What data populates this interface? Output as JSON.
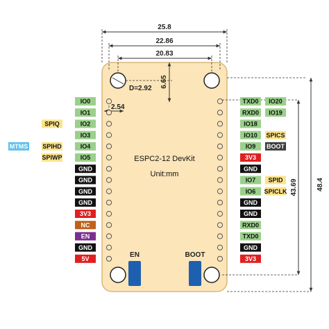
{
  "board": {
    "title": "ESPC2-12 DevKit",
    "unit": "Unit:mm",
    "fill": "#fbe5b9",
    "outline": "#d9b77a"
  },
  "dimensions": {
    "width_outer": "25.8",
    "width_mid": "22.86",
    "width_inner": "20.83",
    "hole_offset": "6.65",
    "hole_diameter": "D=2.92",
    "pin_pitch": "2.54",
    "height_pins": "43.69",
    "height_total": "48.4"
  },
  "buttons": {
    "en_label": "EN",
    "boot_label": "BOOT",
    "color": "#1f5fb0"
  },
  "colors": {
    "gpio": "#9ad08a",
    "alt": "#fbe38a",
    "alt2": "#5bc0eb",
    "gnd": "#111111",
    "power": "#e02020",
    "nc": "#c0611a",
    "en": "#7a2e8e",
    "boot": "#3a3a3a"
  },
  "left_pins": [
    {
      "label": "IO0",
      "kind": "gpio",
      "alts": []
    },
    {
      "label": "IO1",
      "kind": "gpio",
      "alts": []
    },
    {
      "label": "IO2",
      "kind": "gpio",
      "alts": [
        {
          "label": "SPIQ",
          "kind": "alt"
        }
      ]
    },
    {
      "label": "IO3",
      "kind": "gpio",
      "alts": []
    },
    {
      "label": "IO4",
      "kind": "gpio",
      "alts": [
        {
          "label": "SPIHD",
          "kind": "alt"
        },
        {
          "label": "MTMS",
          "kind": "alt2"
        }
      ]
    },
    {
      "label": "IO5",
      "kind": "gpio",
      "alts": [
        {
          "label": "SPIWP",
          "kind": "alt"
        }
      ]
    },
    {
      "label": "GND",
      "kind": "gnd",
      "alts": []
    },
    {
      "label": "GND",
      "kind": "gnd",
      "alts": []
    },
    {
      "label": "GND",
      "kind": "gnd",
      "alts": []
    },
    {
      "label": "GND",
      "kind": "gnd",
      "alts": []
    },
    {
      "label": "3V3",
      "kind": "power",
      "alts": []
    },
    {
      "label": "NC",
      "kind": "nc",
      "alts": []
    },
    {
      "label": "EN",
      "kind": "en",
      "alts": []
    },
    {
      "label": "GND",
      "kind": "gnd",
      "alts": []
    },
    {
      "label": "5V",
      "kind": "power",
      "alts": []
    }
  ],
  "right_pins": [
    {
      "label": "TXD0",
      "kind": "gpio",
      "alts": [
        {
          "label": "IO20",
          "kind": "gpio"
        }
      ]
    },
    {
      "label": "RXD0",
      "kind": "gpio",
      "alts": [
        {
          "label": "IO19",
          "kind": "gpio"
        }
      ]
    },
    {
      "label": "IO18",
      "kind": "gpio",
      "alts": []
    },
    {
      "label": "IO10",
      "kind": "gpio",
      "alts": [
        {
          "label": "SPICS",
          "kind": "alt"
        }
      ]
    },
    {
      "label": "IO9",
      "kind": "gpio",
      "alts": [
        {
          "label": "BOOT",
          "kind": "boot"
        }
      ]
    },
    {
      "label": "3V3",
      "kind": "power",
      "alts": []
    },
    {
      "label": "GND",
      "kind": "gnd",
      "alts": []
    },
    {
      "label": "IO7",
      "kind": "gpio",
      "alts": [
        {
          "label": "SPID",
          "kind": "alt"
        }
      ]
    },
    {
      "label": "IO6",
      "kind": "gpio",
      "alts": [
        {
          "label": "SPICLK",
          "kind": "alt"
        }
      ]
    },
    {
      "label": "GND",
      "kind": "gnd",
      "alts": []
    },
    {
      "label": "GND",
      "kind": "gnd",
      "alts": []
    },
    {
      "label": "RXD0",
      "kind": "gpio",
      "alts": []
    },
    {
      "label": "TXD0",
      "kind": "gpio",
      "alts": []
    },
    {
      "label": "GND",
      "kind": "gnd",
      "alts": []
    },
    {
      "label": "3V3",
      "kind": "power",
      "alts": []
    }
  ]
}
